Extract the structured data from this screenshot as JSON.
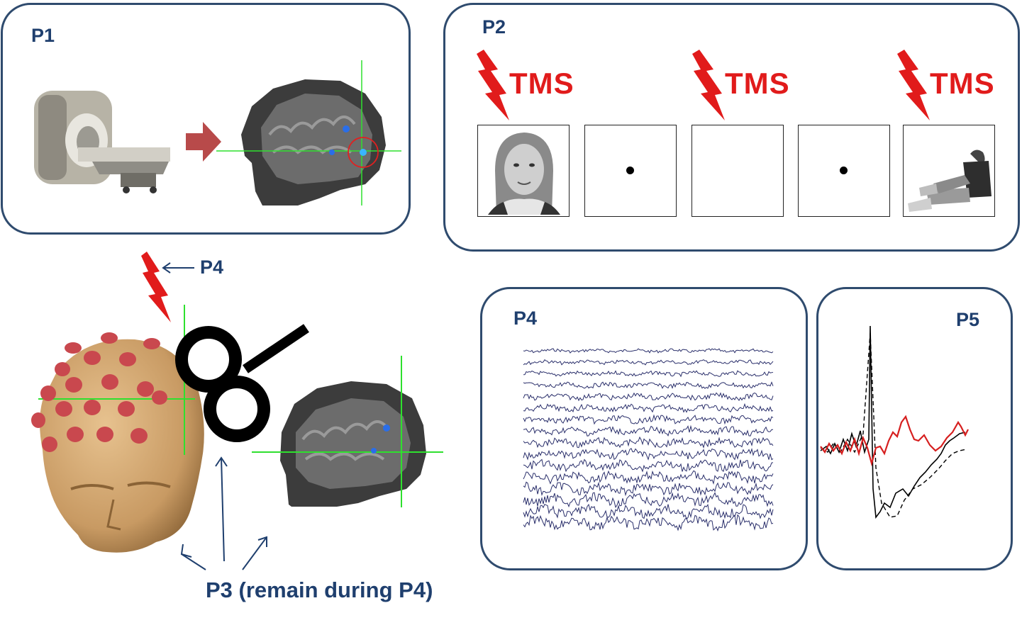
{
  "panels": {
    "p1": {
      "label": "P1"
    },
    "p2": {
      "label": "P2",
      "tms_labels": [
        "TMS",
        "TMS",
        "TMS"
      ]
    },
    "p4": {
      "label": "P4"
    },
    "p5": {
      "label": "P5"
    }
  },
  "p3_area": {
    "pointer_label": "P4",
    "caption": "P3 (remain during P4)"
  },
  "colors": {
    "panel_border": "#2f4b6e",
    "label_text": "#1f3f6e",
    "tms_red": "#e11b1b",
    "crosshair_green": "#2ee02e",
    "electrode_red": "#c9484e",
    "eeg_trace": "#2a2f6b",
    "mep_red": "#d61f1f"
  },
  "stimulus_sequence": [
    "face-photo",
    "fixation-dot",
    "blank",
    "fixation-dot",
    "body-photo"
  ],
  "icons": [
    "mri-scanner-icon",
    "right-arrow-icon",
    "brain-mri-slice-icon",
    "lightning-bolt-icon",
    "tms-coil-icon",
    "head-3d-model-icon"
  ]
}
